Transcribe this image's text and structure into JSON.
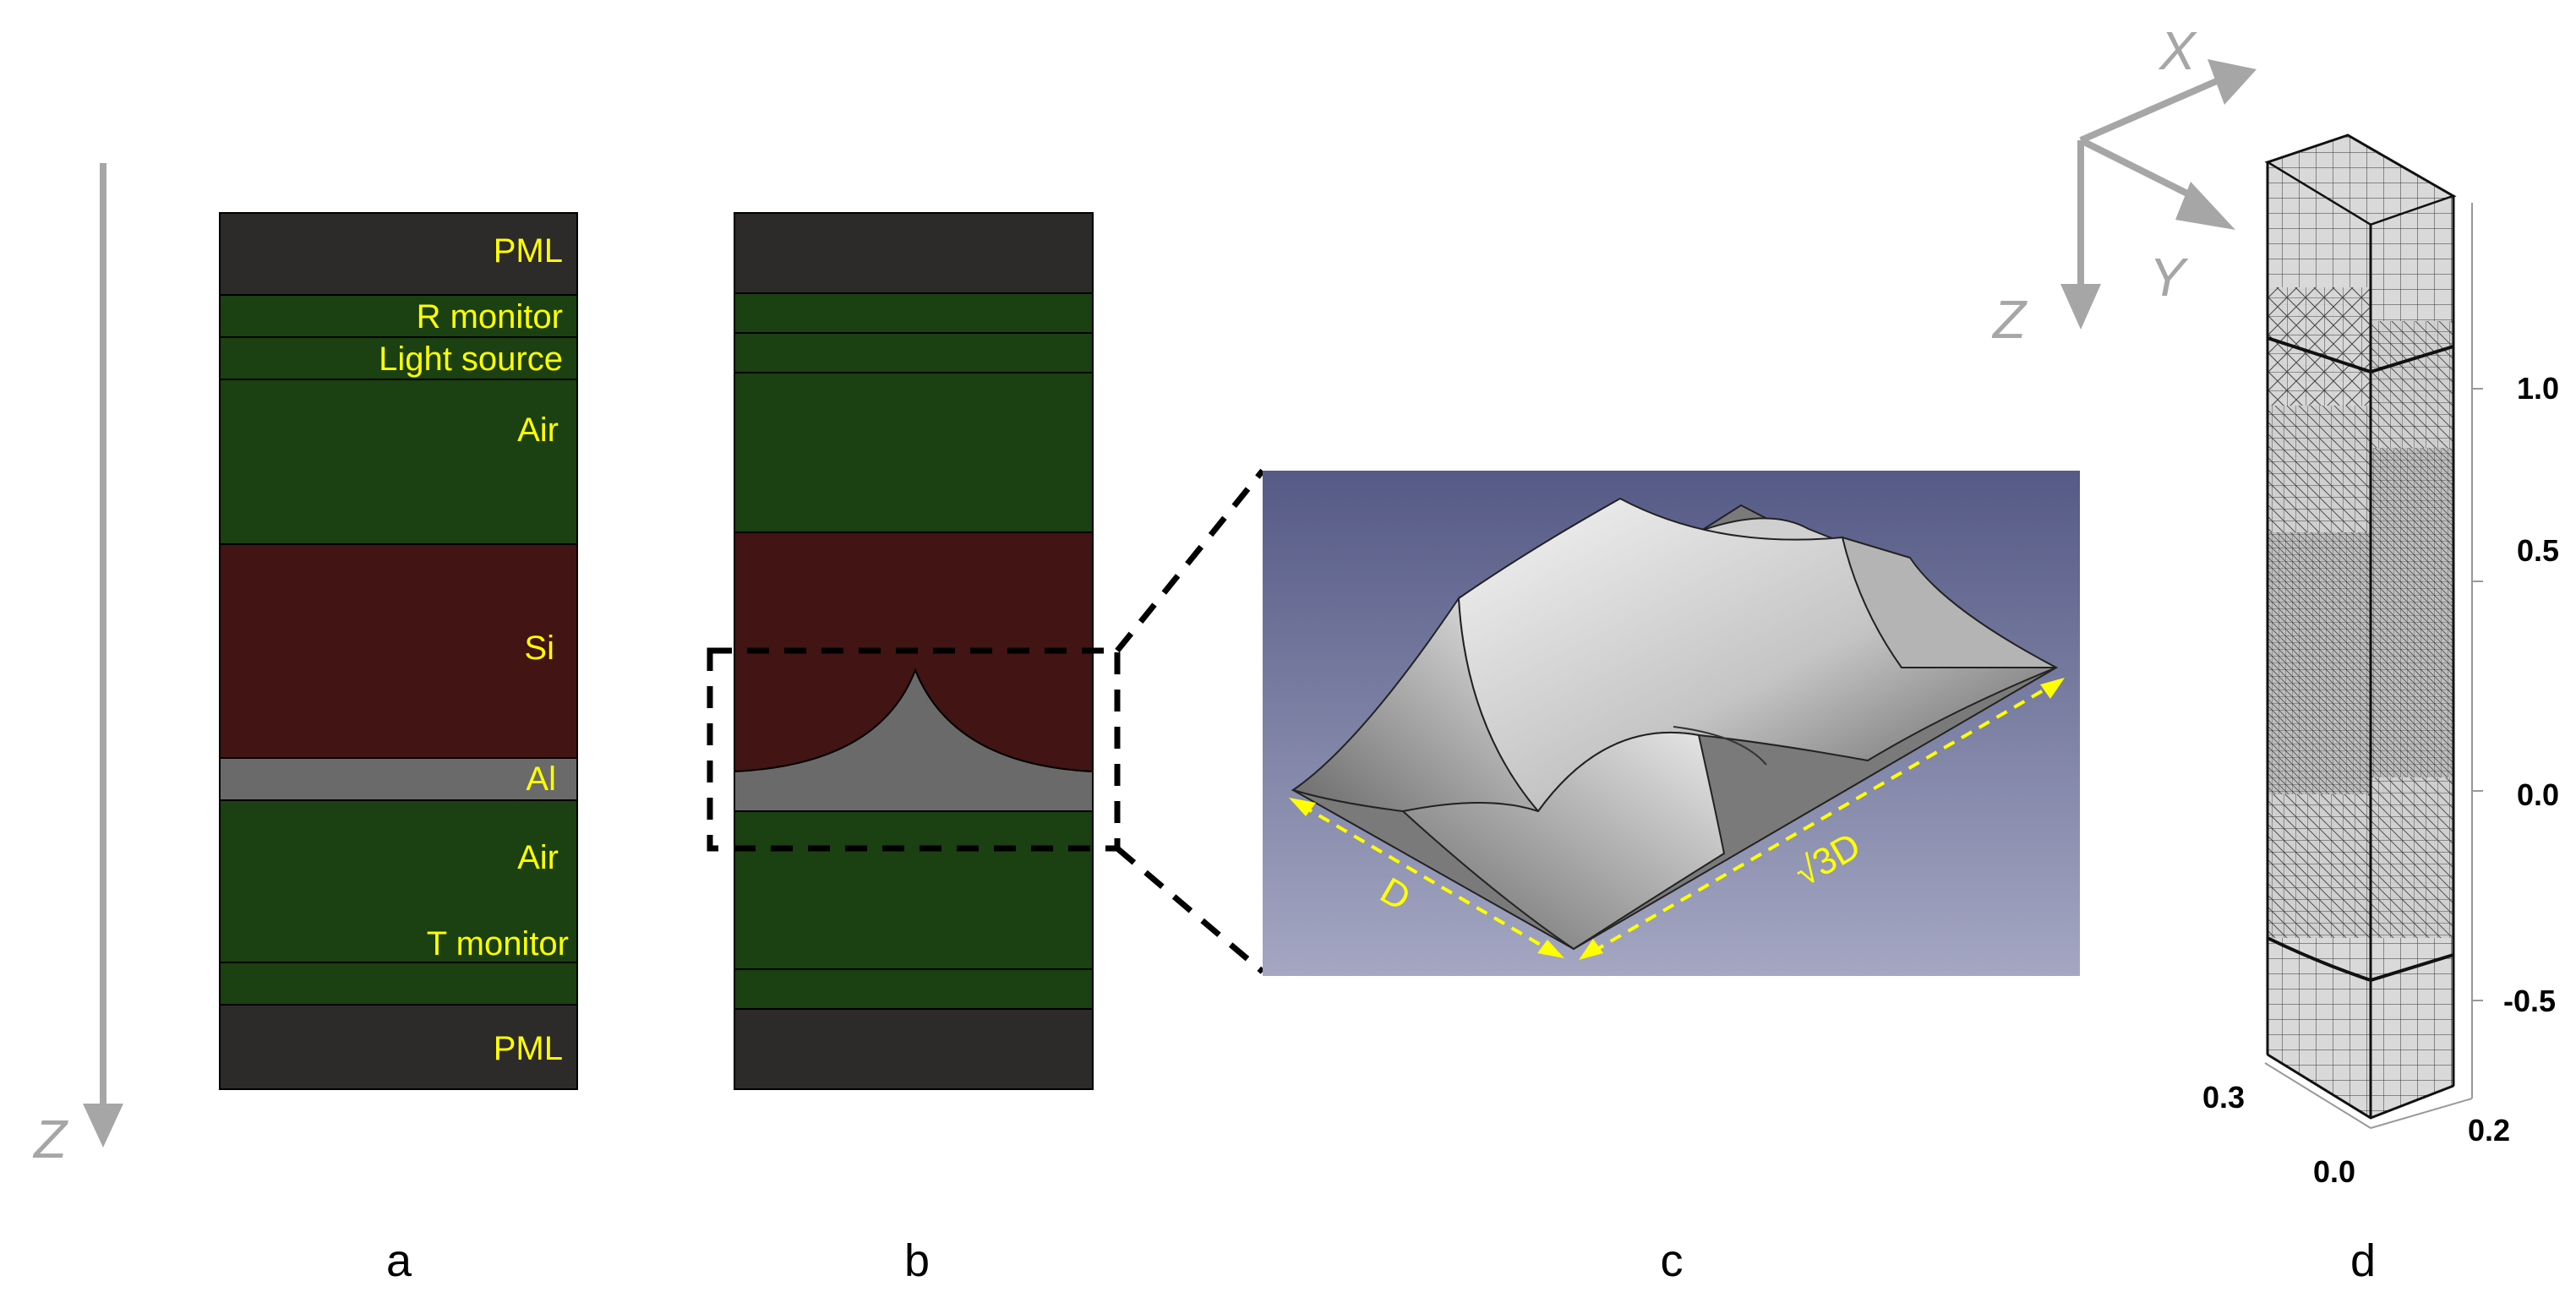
{
  "panel_a": {
    "layers": [
      "PML",
      "R monitor",
      "Light source",
      "Air",
      "Si",
      "Al",
      "Air",
      "T monitor",
      "PML"
    ]
  },
  "axis_left": {
    "label": "Z"
  },
  "panel_c": {
    "dim_short": "D",
    "dim_long": "√3D"
  },
  "triad": {
    "x": "X",
    "y": "Y",
    "z": "Z"
  },
  "panel_d": {
    "z_ticks": [
      "1.0",
      "0.5",
      "0.0",
      "-0.5"
    ],
    "x_tick": "0.3",
    "origin_tick": "0.0",
    "y_tick": "0.2"
  },
  "panel_labels": [
    "a",
    "b",
    "c",
    "d"
  ],
  "colors": {
    "pml": "#2d2a2a",
    "air": "#1b4012",
    "si": "#421414",
    "al": "#6a6a6a",
    "label": "#ffff00",
    "axis": "#a6a6a6"
  }
}
